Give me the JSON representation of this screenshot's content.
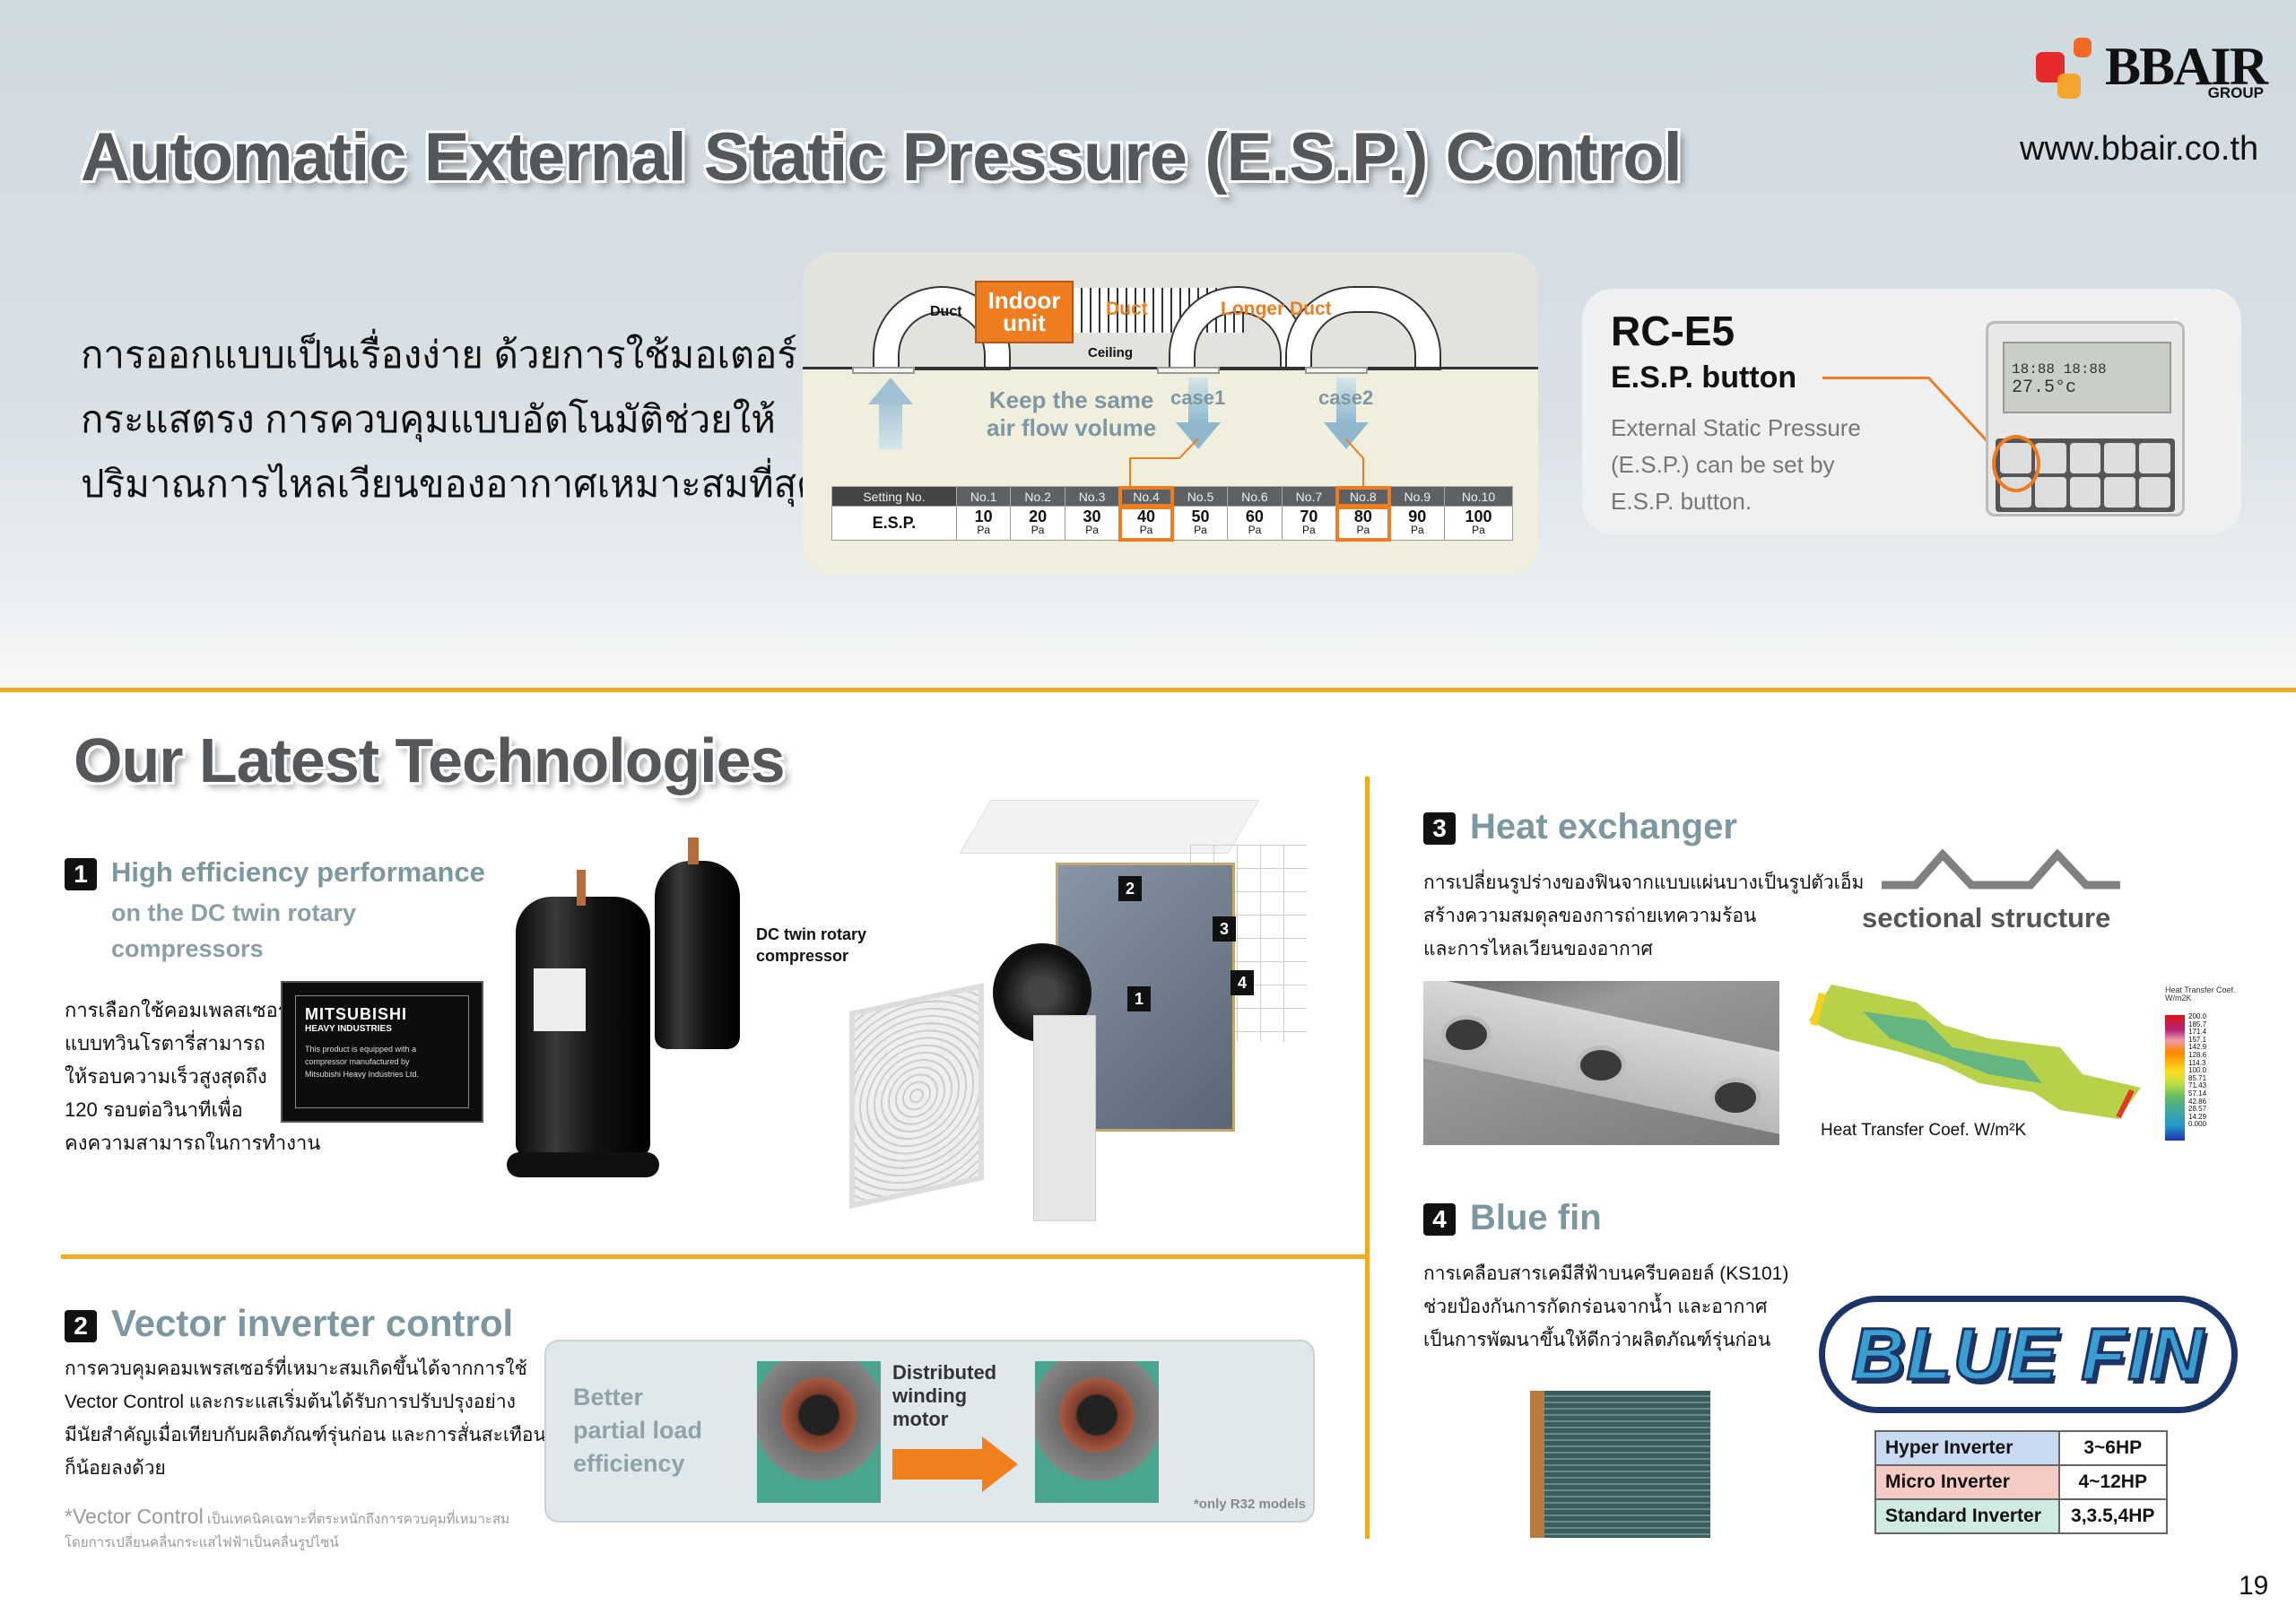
{
  "header": {
    "title": "Automatic External Static Pressure (E.S.P.) Control",
    "logo": {
      "name": "BBAIR",
      "group": "GROUP"
    },
    "url": "www.bbair.co.th"
  },
  "intro": {
    "lines": [
      "การออกแบบเป็นเรื่องง่าย ด้วยการใช้มอเตอร์",
      "กระแสตรง การควบคุมแบบอัตโนมัติช่วยให้",
      "ปริมาณการไหลเวียนของอากาศเหมาะสมที่สุด"
    ]
  },
  "esp_diagram": {
    "duct": "Duct",
    "indoor_unit": "Indoor unit",
    "duct_orange": "Duct",
    "longer_duct": "Longer Duct",
    "ceiling": "Ceiling",
    "keep_same": [
      "Keep the same",
      "air flow volume"
    ],
    "case1": "case1",
    "case2": "case2",
    "table": {
      "header_label": "Setting No.",
      "row_label": "E.S.P.",
      "unit": "Pa",
      "settings": [
        "No.1",
        "No.2",
        "No.3",
        "No.4",
        "No.5",
        "No.6",
        "No.7",
        "No.8",
        "No.9",
        "No.10"
      ],
      "values": [
        "10",
        "20",
        "30",
        "40",
        "50",
        "60",
        "70",
        "80",
        "90",
        "100"
      ],
      "highlighted": [
        "No.4",
        "No.8"
      ]
    }
  },
  "rc_panel": {
    "model": "RC-E5",
    "button_label": "E.S.P. button",
    "description": [
      "External Static Pressure",
      "(E.S.P.) can be set by",
      "E.S.P. button."
    ],
    "remote_display": [
      "18:88  18:88",
      "27.5°c"
    ]
  },
  "technologies": {
    "title": "Our Latest Technologies",
    "s1": {
      "num": "1",
      "title": "High efficiency performance",
      "subtitle": [
        "on the DC twin rotary",
        "compressors"
      ],
      "body": [
        "การเลือกใช้คอมเพลสเซอร์",
        "แบบทวินโรตารี่สามารถ",
        "ให้รอบความเร็วสูงสุดถึง",
        "120 รอบต่อวินาทีเพื่อ",
        "คงความสามารถในการทำงาน"
      ],
      "badge": {
        "brand": "MITSUBISHI",
        "sub": "HEAVY INDUSTRIES",
        "text": "This product is equipped with a compressor manufactured by Mitsubishi Heavy Industries Ltd."
      },
      "compressor_label": [
        "DC twin rotary",
        "compressor"
      ],
      "callouts": [
        "1",
        "2",
        "3",
        "4"
      ]
    },
    "s2": {
      "num": "2",
      "title": "Vector inverter control",
      "body": [
        "การควบคุมคอมเพรสเซอร์ที่เหมาะสมเกิดขึ้นได้จากการใช้",
        "Vector Control และกระแสเริ่มต้นได้รับการปรับปรุงอย่าง",
        "มีนัยสำคัญเมื่อเทียบกับผลิตภัณฑ์รุ่นก่อน และการสั่นสะเทือน",
        "ก็น้อยลงด้วย"
      ],
      "note_lead": "*Vector Control",
      "note": [
        "เป็นเทคนิคเฉพาะที่ตระหนักถึงการควบคุมที่เหมาะสม",
        "โดยการเปลี่ยนคลื่นกระแสไฟฟ้าเป็นคลื่นรูปไซน์"
      ],
      "panel": {
        "left_text": [
          "Better",
          "partial load",
          "efficiency"
        ],
        "middle_text": [
          "Distributed",
          "winding",
          "motor"
        ],
        "footnote": "*only R32 models"
      }
    },
    "s3": {
      "num": "3",
      "title": "Heat exchanger",
      "body": [
        "การเปลี่ยนรูปร่างของฟินจากแบบแผ่นบางเป็นรูปตัวเอ็ม",
        "สร้างความสมดุลของการถ่ายเทความร้อน",
        "และการไหลเวียนของอากาศ"
      ],
      "sectional": "sectional structure",
      "heat_caption": "Heat Transfer Coef. W/m²K",
      "scale_title": "Heat Transfer Coef. W/m2K",
      "scale_values": [
        "200.0",
        "185.7",
        "171.4",
        "157.1",
        "142.9",
        "128.6",
        "114.3",
        "100.0",
        "85.71",
        "71.43",
        "57.14",
        "42.86",
        "28.57",
        "14.29",
        "0.000"
      ]
    },
    "s4": {
      "num": "4",
      "title": "Blue fin",
      "body": [
        "การเคลือบสารเคมีสีฟ้าบนครีบคอยล์ (KS101)",
        "ช่วยป้องกันการกัดกร่อนจากน้ำ และอากาศ",
        "เป็นการพัฒนาขึ้นให้ดีกว่าผลิตภัณฑ์รุ่นก่อน"
      ],
      "logo": "BLUE FIN",
      "table": [
        {
          "name": "Hyper Inverter",
          "range": "3~6HP",
          "color": "#c9d9ef"
        },
        {
          "name": "Micro Inverter",
          "range": "4~12HP",
          "color": "#f5cbc5"
        },
        {
          "name": "Standard Inverter",
          "range": "3,3.5,4HP",
          "color": "#cfeadf"
        }
      ]
    }
  },
  "page_number": "19",
  "colors": {
    "accent": "#ee7d22",
    "divider": "#f2a81f",
    "heading": "#7c979f"
  }
}
